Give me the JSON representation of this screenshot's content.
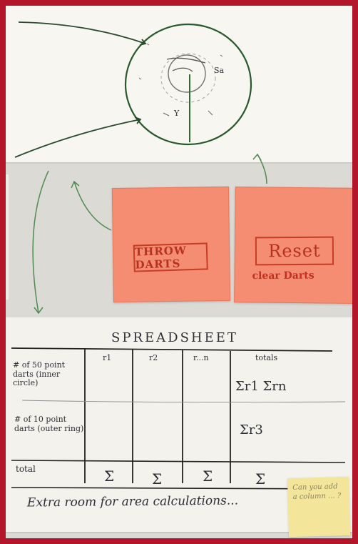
{
  "image": {
    "background_color": "#dcdad4",
    "frame_color": "#b3162b",
    "sticky_color": "#f58d73",
    "yellow_note_color": "#f3e69b"
  },
  "dartboard": {
    "label_sa": "Sa",
    "label_y": "Y"
  },
  "buttons": {
    "throw_label": "THROW DARTS",
    "reset_label": "Reset",
    "clear_label": "clear Darts"
  },
  "spreadsheet": {
    "title": "SPREADSHEET",
    "headers": [
      "r1",
      "r2",
      "r...n",
      "totals"
    ],
    "row_labels": [
      "# of 50 point darts (inner circle)",
      "# of 10 point darts (outer ring)",
      "total"
    ],
    "totals_column": [
      "Σr1 Σrn",
      "Σr3"
    ],
    "sum_row": [
      "Σ",
      "Σ",
      "Σ",
      "Σ"
    ],
    "footer_text": "Extra room for area calculations..."
  },
  "yellow_note": {
    "text": "Can you add a column ... ?"
  }
}
